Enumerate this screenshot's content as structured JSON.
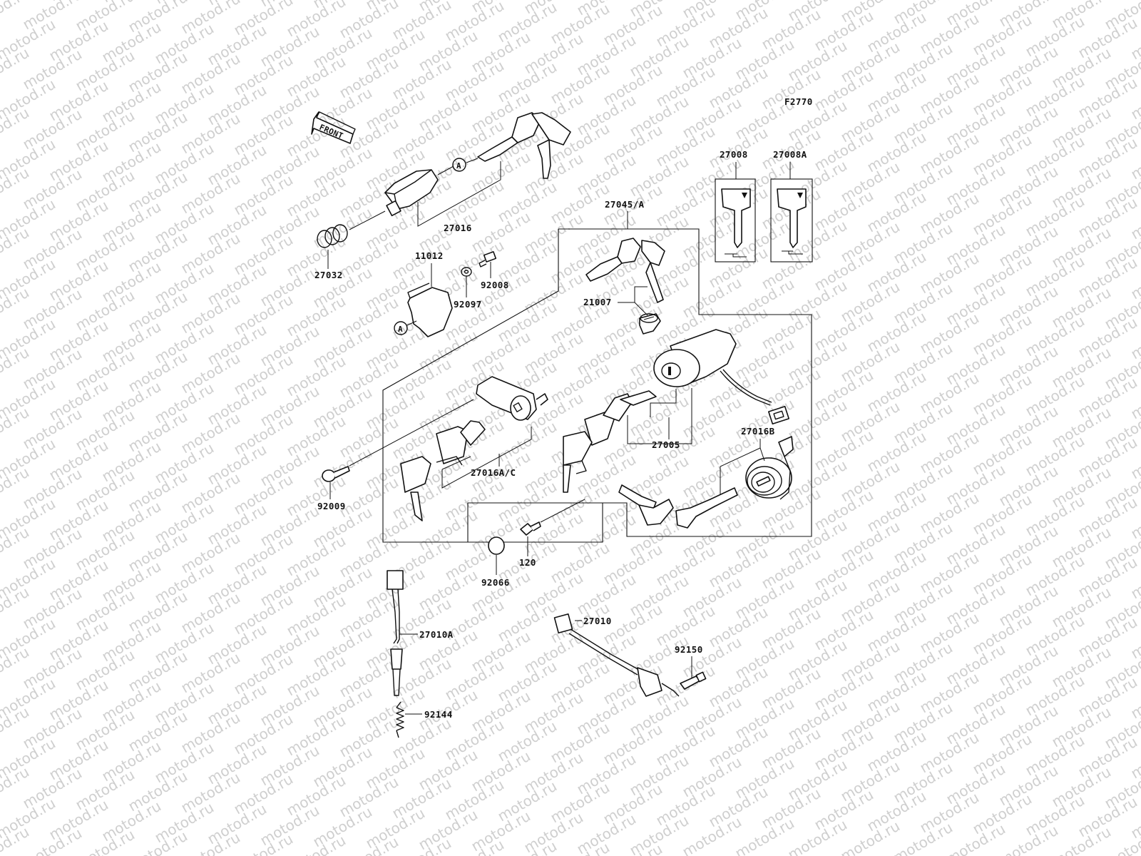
{
  "watermark": "motod.ru",
  "figure_code": "F2770",
  "front_label": "FRONT",
  "ref_marks": {
    "a1": "A",
    "a2": "A"
  },
  "parts": {
    "p27016": "27016",
    "p27032": "27032",
    "p11012": "11012",
    "p92008": "92008",
    "p92097": "92097",
    "p27008": "27008",
    "p27008A": "27008A",
    "p27045A": "27045/A",
    "p21007": "21007",
    "p27005": "27005",
    "p27016B": "27016B",
    "p27016AC": "27016A/C",
    "p92009": "92009",
    "p120": "120",
    "p92066": "92066",
    "p27010A": "27010A",
    "p92144": "92144",
    "p27010": "27010",
    "p92150": "92150"
  }
}
